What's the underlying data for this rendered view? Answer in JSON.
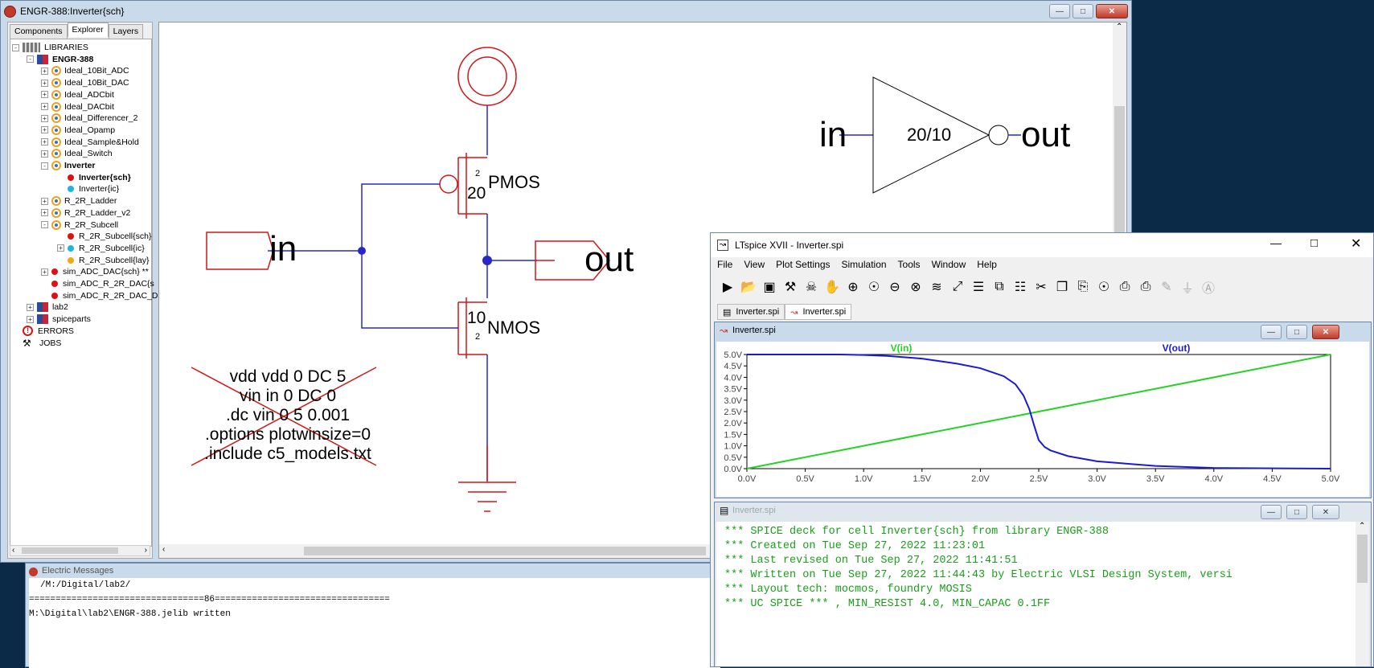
{
  "electric": {
    "title": "ENGR-388:Inverter{sch}",
    "tabs": [
      "Components",
      "Explorer",
      "Layers"
    ],
    "tree": [
      {
        "label": "LIBRARIES",
        "level": 0,
        "exp": "-",
        "icon": "libraries-icon",
        "bold": false
      },
      {
        "label": "ENGR-388",
        "level": 1,
        "exp": "-",
        "icon": "library-book-icon",
        "bold": true
      },
      {
        "label": "Ideal_10Bit_ADC",
        "level": 2,
        "exp": "+",
        "icon": "cell-icon",
        "bold": false
      },
      {
        "label": "Ideal_10Bit_DAC",
        "level": 2,
        "exp": "+",
        "icon": "cell-icon",
        "bold": false
      },
      {
        "label": "Ideal_ADCbit",
        "level": 2,
        "exp": "+",
        "icon": "cell-icon",
        "bold": false
      },
      {
        "label": "Ideal_DACbit",
        "level": 2,
        "exp": "+",
        "icon": "cell-icon",
        "bold": false
      },
      {
        "label": "Ideal_Differencer_2",
        "level": 2,
        "exp": "+",
        "icon": "cell-icon",
        "bold": false
      },
      {
        "label": "Ideal_Opamp",
        "level": 2,
        "exp": "+",
        "icon": "cell-icon",
        "bold": false
      },
      {
        "label": "Ideal_Sample&Hold",
        "level": 2,
        "exp": "+",
        "icon": "cell-icon",
        "bold": false
      },
      {
        "label": "Ideal_Switch",
        "level": 2,
        "exp": "+",
        "icon": "cell-icon",
        "bold": false
      },
      {
        "label": "Inverter",
        "level": 2,
        "exp": "-",
        "icon": "cell-icon",
        "bold": true
      },
      {
        "label": "Inverter{sch}",
        "level": 3,
        "exp": "",
        "icon": "dot-red",
        "bold": true
      },
      {
        "label": "Inverter{ic}",
        "level": 3,
        "exp": "",
        "icon": "dot-cyan",
        "bold": false
      },
      {
        "label": "R_2R_Ladder",
        "level": 2,
        "exp": "+",
        "icon": "cell-icon",
        "bold": false
      },
      {
        "label": "R_2R_Ladder_v2",
        "level": 2,
        "exp": "+",
        "icon": "cell-icon",
        "bold": false
      },
      {
        "label": "R_2R_Subcell",
        "level": 2,
        "exp": "-",
        "icon": "cell-icon",
        "bold": false
      },
      {
        "label": "R_2R_Subcell{sch}",
        "level": 3,
        "exp": "",
        "icon": "dot-red",
        "bold": false
      },
      {
        "label": "R_2R_Subcell{ic}",
        "level": 3,
        "exp": "+",
        "icon": "dot-cyan",
        "bold": false
      },
      {
        "label": "R_2R_Subcell{lay}",
        "level": 3,
        "exp": "",
        "icon": "dot-orange",
        "bold": false
      },
      {
        "label": "sim_ADC_DAC{sch} **",
        "level": 2,
        "exp": "+",
        "icon": "dot-red",
        "bold": false
      },
      {
        "label": "sim_ADC_R_2R_DAC{s",
        "level": 2,
        "exp": "",
        "icon": "dot-red",
        "bold": false
      },
      {
        "label": "sim_ADC_R_2R_DAC_D",
        "level": 2,
        "exp": "",
        "icon": "dot-red",
        "bold": false
      },
      {
        "label": "lab2",
        "level": 1,
        "exp": "+",
        "icon": "library-book-icon",
        "bold": false
      },
      {
        "label": "spiceparts",
        "level": 1,
        "exp": "+",
        "icon": "library-book-icon",
        "bold": false
      },
      {
        "label": "ERRORS",
        "level": 0,
        "exp": "",
        "icon": "error-icon",
        "bold": false
      },
      {
        "label": "JOBS",
        "level": 0,
        "exp": "",
        "icon": "jobs-icon",
        "bold": false
      }
    ],
    "schematic": {
      "pmos_label": "PMOS",
      "pmos_width": "20",
      "pmos_length": "2",
      "nmos_label": "NMOS",
      "nmos_width": "10",
      "nmos_length": "2",
      "in_label": "in",
      "out_label": "out",
      "symbol_in": "in",
      "symbol_out": "out",
      "symbol_ratio": "20/10",
      "spice_lines": [
        "vdd vdd 0 DC 5",
        "vin in 0 DC 0",
        ".dc vin 0 5 0.001",
        ".options plotwinsize=0",
        ".include c5_models.txt"
      ]
    },
    "messages": {
      "title": "Electric Messages",
      "lines": [
        "/M:/Digital/lab2/",
        "=================================86=================================",
        "M:\\Digital\\lab2\\ENGR-388.jelib written"
      ]
    }
  },
  "ltspice": {
    "title": "LTspice XVII - Inverter.spi",
    "menu": [
      "File",
      "View",
      "Plot Settings",
      "Simulation",
      "Tools",
      "Window",
      "Help"
    ],
    "doc_tabs": [
      "Inverter.spi",
      "Inverter.spi"
    ],
    "plot_window_title": "Inverter.spi",
    "netlist_window_title": "Inverter.spi",
    "netlist_lines": [
      "*** SPICE deck for cell Inverter{sch} from library ENGR-388",
      "*** Created on Tue Sep 27, 2022 11:23:01",
      "*** Last revised on Tue Sep 27, 2022 11:41:51",
      "*** Written on Tue Sep 27, 2022 11:44:43 by Electric VLSI Design System, versi",
      "*** Layout tech: mocmos, foundry MOSIS",
      "*** UC SPICE *** , MIN_RESIST 4.0, MIN_CAPAC 0.1FF"
    ],
    "toolbar_icons": [
      "run-icon",
      "open-icon",
      "save-icon",
      "hammer-icon",
      "halt-icon",
      "pan-icon",
      "zoom-in-icon",
      "zoom-full-icon",
      "zoom-out-icon",
      "zoom-cancel-icon",
      "autorange-icon",
      "fit-icon",
      "tile-h-icon",
      "cascade-icon",
      "tile-v-icon",
      "cut-icon",
      "copy-icon",
      "paste-icon",
      "find-icon",
      "print-icon",
      "print-setup-icon",
      "pencil-icon",
      "ground-icon",
      "label-icon"
    ]
  },
  "colors": {
    "vin_trace": "#22d322",
    "vout_trace": "#1a1ad6",
    "wire": "#2828c8",
    "node": "#d01818"
  },
  "chart_data": {
    "type": "line",
    "title": "",
    "xlabel": "",
    "ylabel": "",
    "xlim": [
      0,
      5
    ],
    "ylim": [
      0,
      5
    ],
    "x_ticks": [
      "0.0V",
      "0.5V",
      "1.0V",
      "1.5V",
      "2.0V",
      "2.5V",
      "3.0V",
      "3.5V",
      "4.0V",
      "4.5V",
      "5.0V"
    ],
    "y_ticks": [
      "0.0V",
      "0.5V",
      "1.0V",
      "1.5V",
      "2.0V",
      "2.5V",
      "3.0V",
      "3.5V",
      "4.0V",
      "4.5V",
      "5.0V"
    ],
    "grid": false,
    "legend_position": "top",
    "series": [
      {
        "name": "V(in)",
        "color": "#22d322",
        "x": [
          0,
          5
        ],
        "y": [
          0,
          5
        ]
      },
      {
        "name": "V(out)",
        "color": "#1a1ad6",
        "x": [
          0,
          0.8,
          1.0,
          1.2,
          1.5,
          1.8,
          2.0,
          2.2,
          2.3,
          2.37,
          2.42,
          2.46,
          2.5,
          2.55,
          2.6,
          2.75,
          3.0,
          3.5,
          4.0,
          5.0
        ],
        "y": [
          5.0,
          5.0,
          4.98,
          4.94,
          4.82,
          4.6,
          4.4,
          4.05,
          3.7,
          3.2,
          2.6,
          1.9,
          1.25,
          0.95,
          0.8,
          0.55,
          0.32,
          0.12,
          0.03,
          0.0
        ]
      }
    ]
  }
}
